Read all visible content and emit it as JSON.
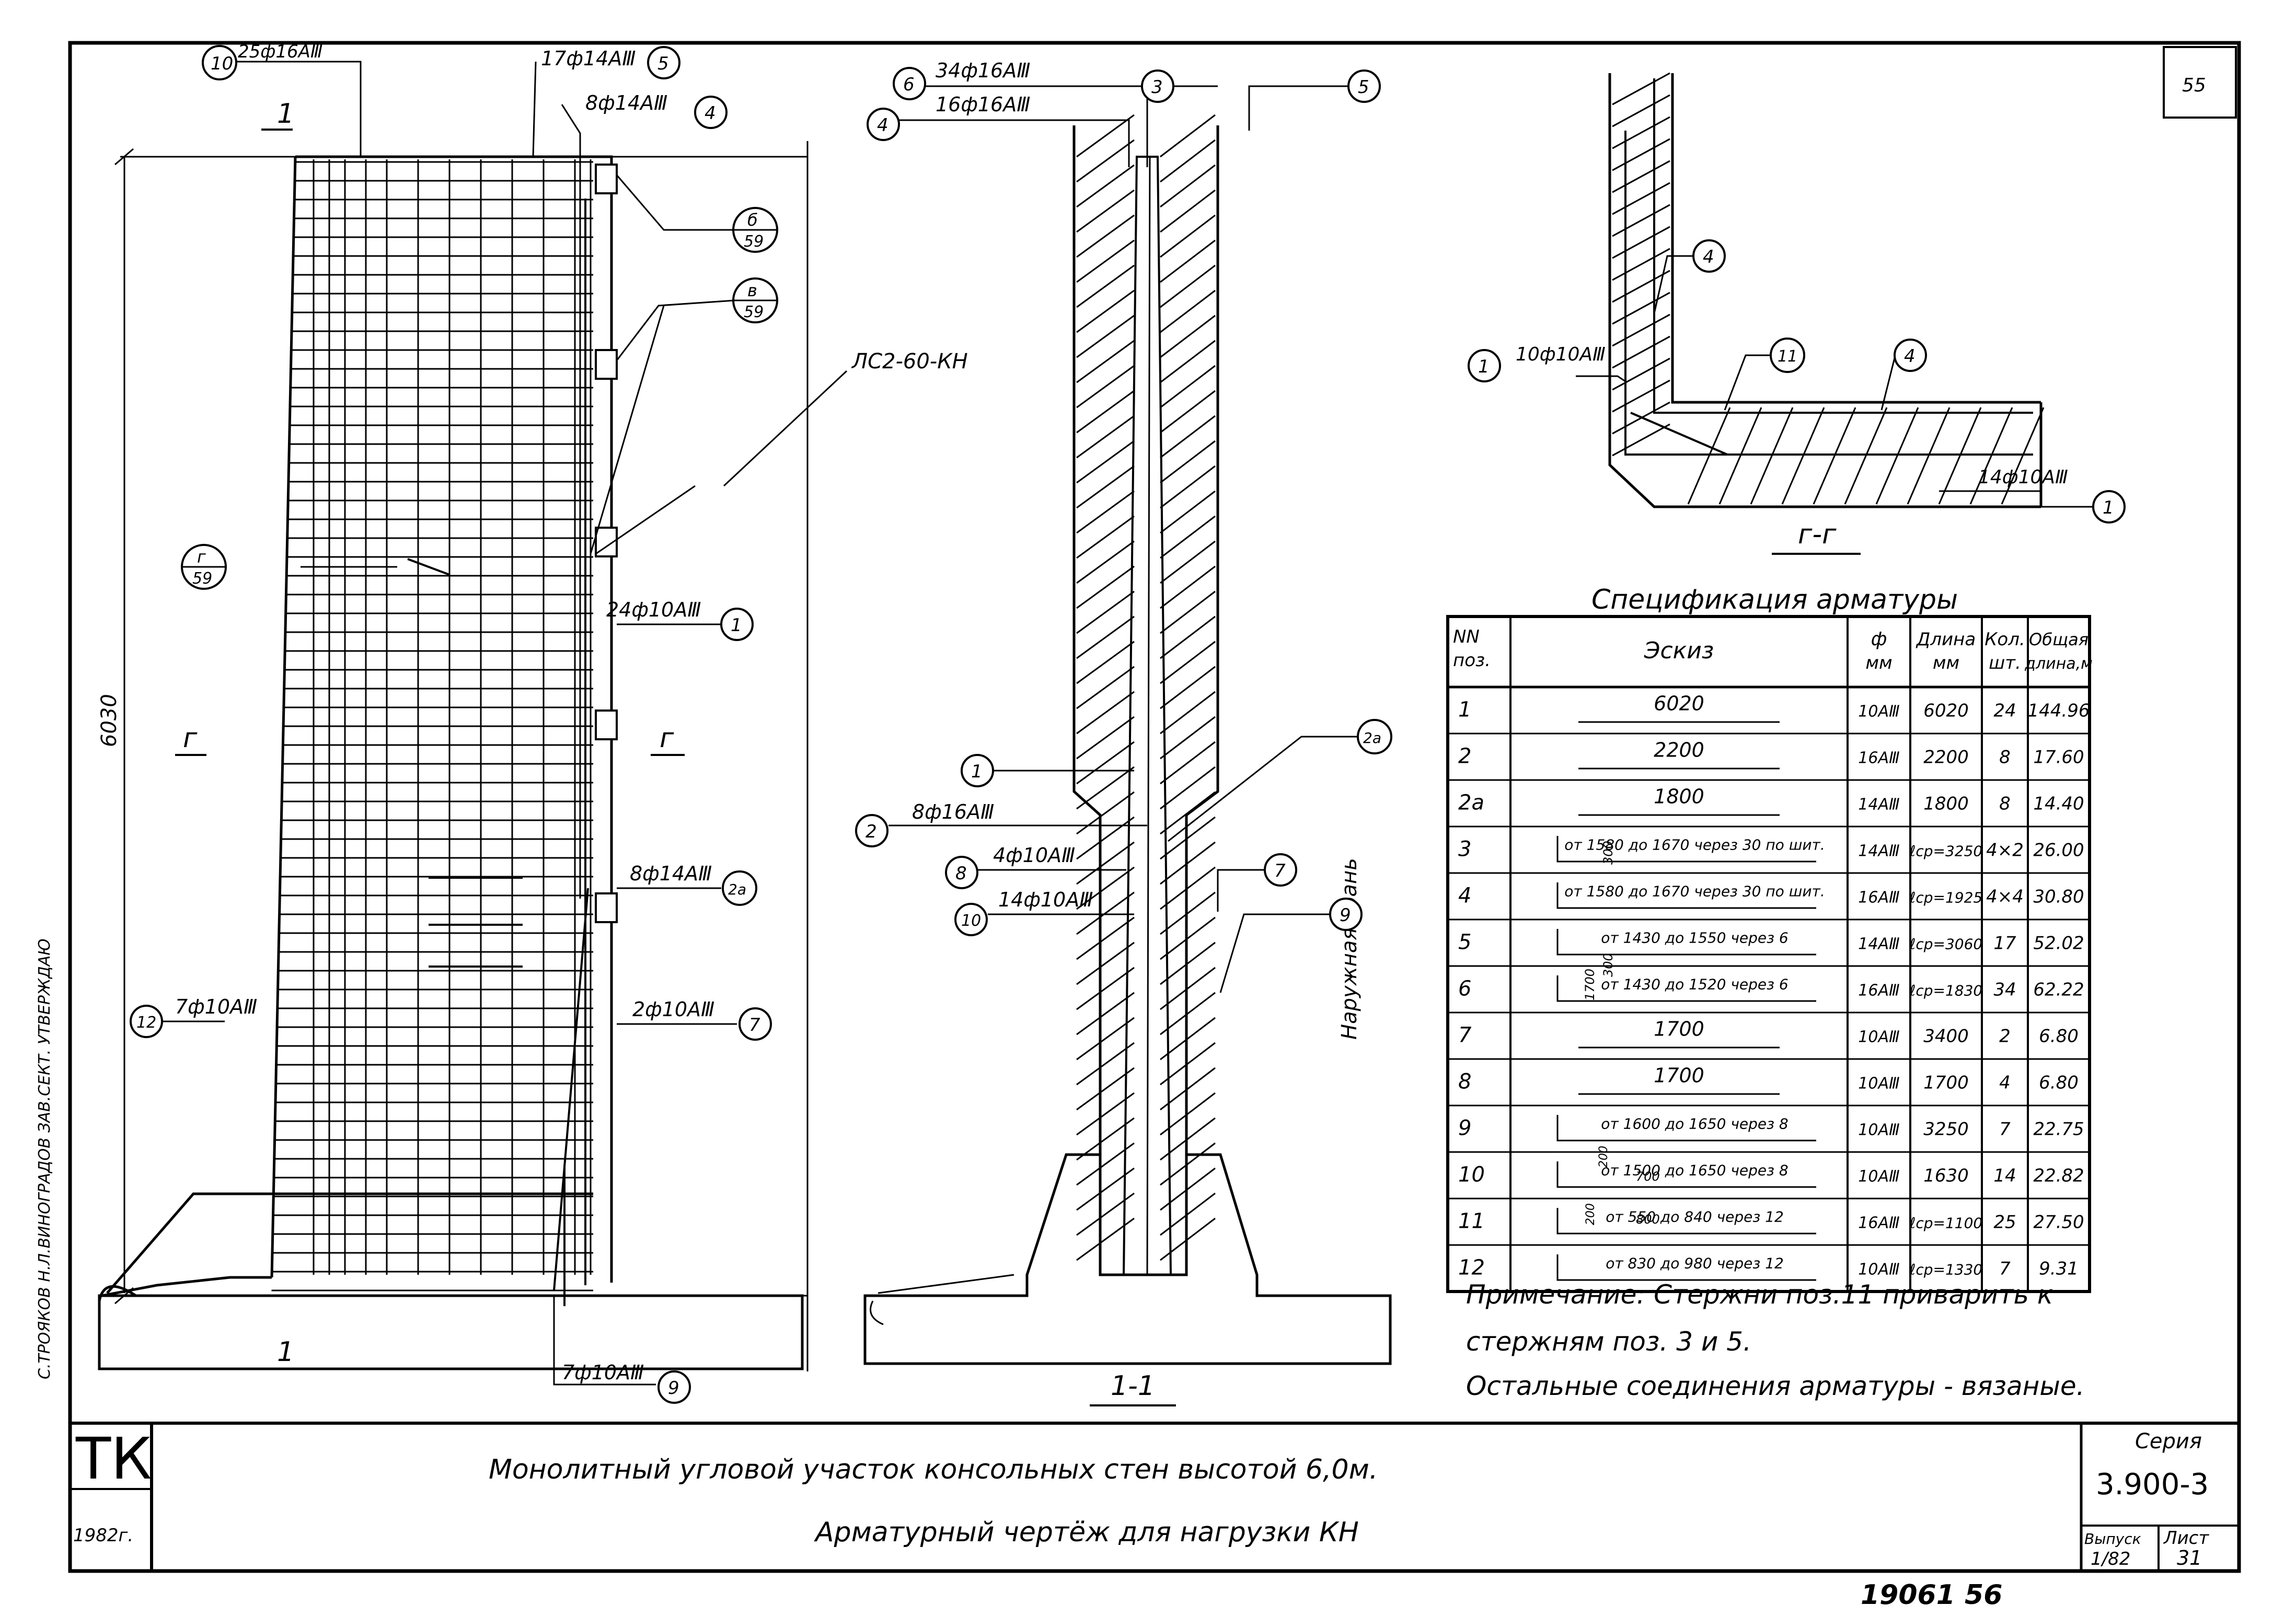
{
  "sheet": {
    "page_number": "55",
    "stamp_number": "19061  56",
    "left_margin_text": "С.ТРОЯКОВ   Н.Л.ВИНОГРАДОВ   ЗАВ.СЕКТ.   УТВЕРЖДАЮ",
    "section_1_label": "1",
    "section_2_label": "г",
    "height_dim": "6030"
  },
  "elevation": {
    "labels": {
      "pos11": "25ф16АⅢ",
      "pos5": "17ф14АⅢ",
      "pos3": "8ф14АⅢ",
      "pos1": "24ф10АⅢ",
      "pos2a": "8ф14АⅢ",
      "pos7": "2ф10АⅢ",
      "pos12": "7ф10АⅢ",
      "pos9": "7ф10АⅢ"
    },
    "node_refs": [
      {
        "top": "б",
        "bottom": "59"
      },
      {
        "top": "в",
        "bottom": "59"
      },
      {
        "top": "г",
        "bottom": "59"
      }
    ],
    "panel_mark": "ЛС2-60-КН"
  },
  "section_1_1": {
    "title": "1-1",
    "labels": {
      "pos6": "34ф16АⅢ",
      "pos4": "16ф16АⅢ",
      "pos2": "8ф16АⅢ",
      "pos8": "4ф10АⅢ",
      "pos10": "14ф10АⅢ"
    },
    "face_label": "Наружная грань"
  },
  "section_2_2": {
    "title": "г-г",
    "labels": {
      "pos1_top": "10ф10АⅢ",
      "pos1_bottom": "14ф10АⅢ"
    }
  },
  "callouts": [
    "1",
    "2",
    "2а",
    "3",
    "4",
    "5",
    "6",
    "7",
    "8",
    "9",
    "10",
    "11",
    "12"
  ],
  "spec": {
    "title": "Спецификация арматуры",
    "headers": {
      "pos": "NN поз.",
      "sketch": "Эскиз",
      "dia": "ф мм",
      "length": "Длина мм",
      "qty": "Кол. шт.",
      "total": "Общая длина,м"
    },
    "rows": [
      {
        "pos": "1",
        "sketch": "6020",
        "dia": "10АⅢ",
        "length": "6020",
        "qty": "24",
        "total": "144.96"
      },
      {
        "pos": "2",
        "sketch": "2200",
        "dia": "16АⅢ",
        "length": "2200",
        "qty": "8",
        "total": "17.60"
      },
      {
        "pos": "2а",
        "sketch": "1800",
        "dia": "14АⅢ",
        "length": "1800",
        "qty": "8",
        "total": "14.40"
      },
      {
        "pos": "3",
        "sketch": "от 1580 до 1670 через 30 по шит.",
        "dia": "14АⅢ",
        "length": "ℓср=3250",
        "qty": "4×2",
        "total": "26.00"
      },
      {
        "pos": "4",
        "sketch": "от 1580 до 1670 через 30 по шит.",
        "dia": "16АⅢ",
        "length": "ℓср=1925",
        "qty": "4×4",
        "total": "30.80"
      },
      {
        "pos": "5",
        "sketch": "от 1430 до 1550 через 6",
        "dia": "14АⅢ",
        "length": "ℓср=3060",
        "qty": "17",
        "total": "52.02"
      },
      {
        "pos": "6",
        "sketch": "от 1430 до 1520 через 6",
        "dia": "16АⅢ",
        "length": "ℓср=1830",
        "qty": "34",
        "total": "62.22"
      },
      {
        "pos": "7",
        "sketch": "1700",
        "dia": "10АⅢ",
        "length": "3400",
        "qty": "2",
        "total": "6.80"
      },
      {
        "pos": "8",
        "sketch": "1700",
        "dia": "10АⅢ",
        "length": "1700",
        "qty": "4",
        "total": "6.80"
      },
      {
        "pos": "9",
        "sketch": "от 1600 до 1650 через 8",
        "dia": "10АⅢ",
        "length": "3250",
        "qty": "7",
        "total": "22.75"
      },
      {
        "pos": "10",
        "sketch": "от 1500 до 1650 через 8",
        "dia": "10АⅢ",
        "length": "1630",
        "qty": "14",
        "total": "22.82"
      },
      {
        "pos": "11",
        "sketch": "от 550 до 840 через 12",
        "dia": "16АⅢ",
        "length": "ℓср=1100",
        "qty": "25",
        "total": "27.50"
      },
      {
        "pos": "12",
        "sketch": "от 830 до 980 через 12",
        "dia": "10АⅢ",
        "length": "ℓср=1330",
        "qty": "7",
        "total": "9.31"
      }
    ],
    "sketch_dims": {
      "d300": "300",
      "d1700": "1700",
      "d200a": "200",
      "d200b": "200",
      "d700": "700",
      "d800": "800"
    }
  },
  "note": {
    "line1": "Примечание: Стержни поз.11 приварить к",
    "line2": "стержням поз. 3 и 5.",
    "line3": "Остальные соединения арматуры - вязаные."
  },
  "title_block": {
    "org": "ТК",
    "year": "1982г.",
    "title_line1": "Монолитный  угловой  участок  консольных  стен  высотой  6,0м.",
    "title_line2": "Арматурный  чертёж  для  нагрузки  КН",
    "series_label": "Серия",
    "series_value": "3.900-3",
    "issue_label": "Выпуск",
    "issue_value": "1/82",
    "sheet_label": "Лист",
    "sheet_value": "31"
  }
}
